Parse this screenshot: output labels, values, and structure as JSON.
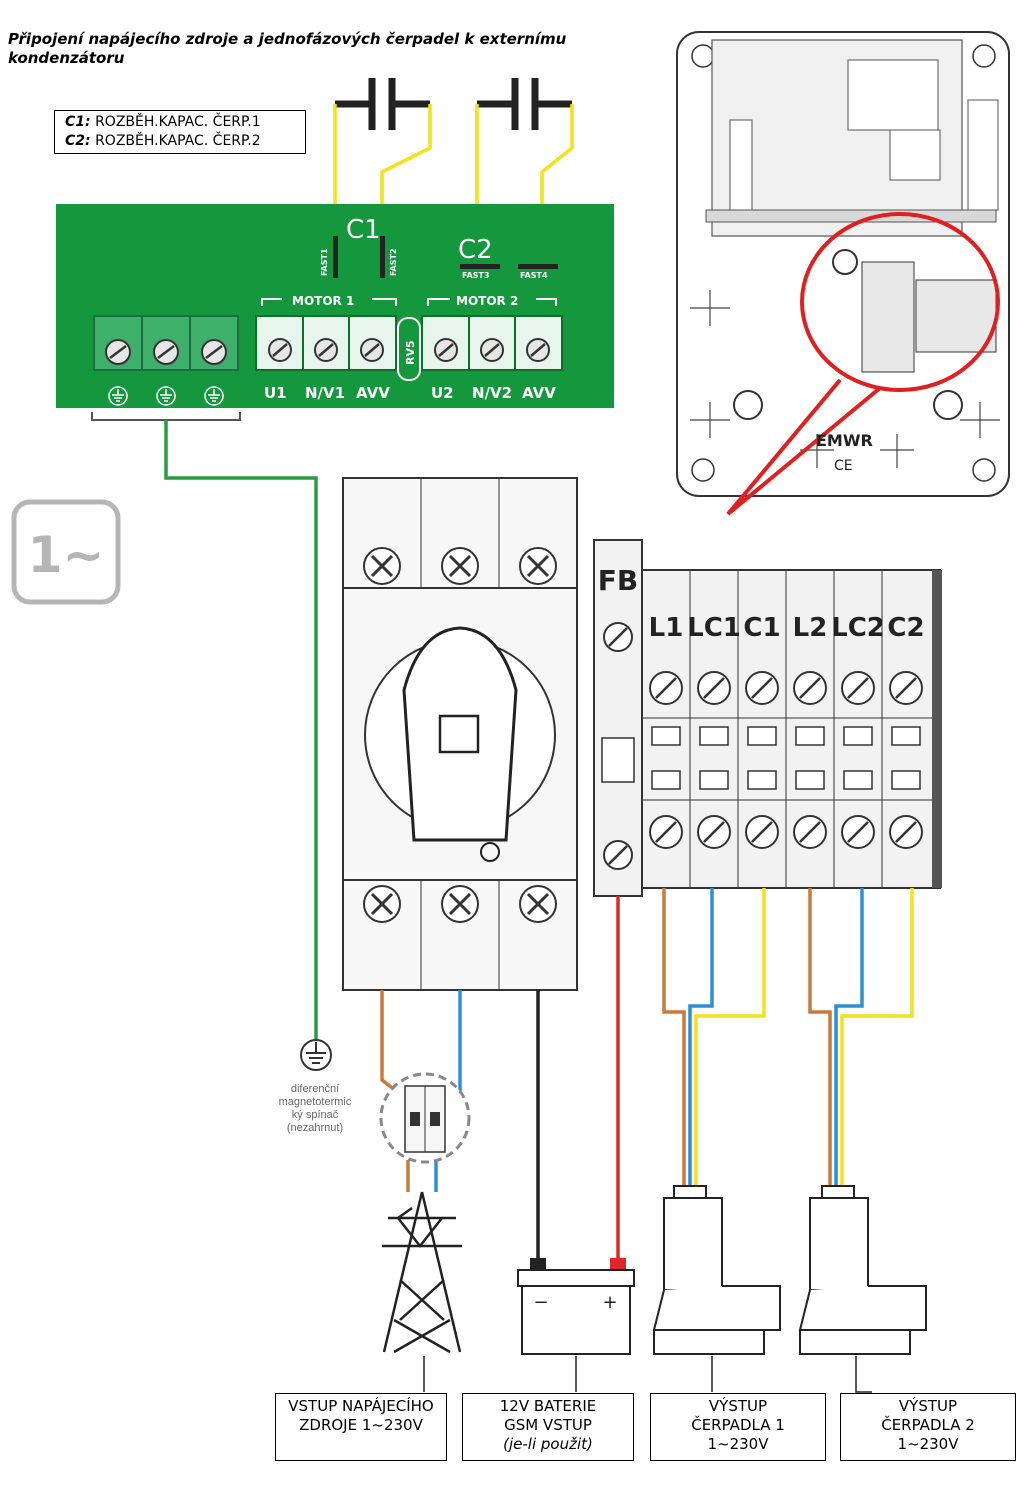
{
  "title": "Připojení napájecího zdroje a jednofázových čerpadel k externímu kondenzátoru",
  "legend": [
    {
      "key": "C1:",
      "text": "ROZBĚH.KAPAC. ČERP.1"
    },
    {
      "key": "C2:",
      "text": "ROZBĚH.KAPAC. ČERP.2"
    }
  ],
  "pcb": {
    "cap1_label": "C1",
    "cap2_label": "C2",
    "fast1": "FAST1",
    "fast2": "FAST2",
    "fast3": "FAST3",
    "fast4": "FAST4",
    "motor1": "MOTOR 1",
    "motor2": "MOTOR 2",
    "rv": "RV5",
    "terminals": [
      "U1",
      "N/V1",
      "AVV",
      "U2",
      "N/V2",
      "AVV"
    ]
  },
  "phase_symbol": "1~",
  "terminal_block": {
    "fb": "FB",
    "labels": [
      "L1",
      "LC1",
      "C1",
      "L2",
      "LC2",
      "C2"
    ]
  },
  "battery": {
    "minus": "−",
    "plus": "+"
  },
  "panel": {
    "brand": "EMWR",
    "ce": "CE"
  },
  "breaker_note": [
    "diferenční",
    "magnetotermic",
    "ký spínač",
    "(nezahrnut)"
  ],
  "wire_colors": {
    "ground": "#2e9a45",
    "brown": "#c97a3d",
    "blue": "#2d8fd5",
    "yellow": "#f2e21a",
    "red": "#e0262b",
    "black": "#222222",
    "pcb_green": "#14973d",
    "callout_red": "#e02020"
  },
  "boxes": [
    {
      "line1": "VSTUP NAPÁJECÍHO",
      "line2": "ZDROJE 1~230V",
      "line3": ""
    },
    {
      "line1": "12V BATERIE",
      "line2": "GSM VSTUP",
      "line3": "(je-li použit)"
    },
    {
      "line1": "VÝSTUP",
      "line2": "ČERPADLA 1",
      "line3": "1~230V"
    },
    {
      "line1": "VÝSTUP",
      "line2": "ČERPADLA 2",
      "line3": "1~230V"
    }
  ]
}
